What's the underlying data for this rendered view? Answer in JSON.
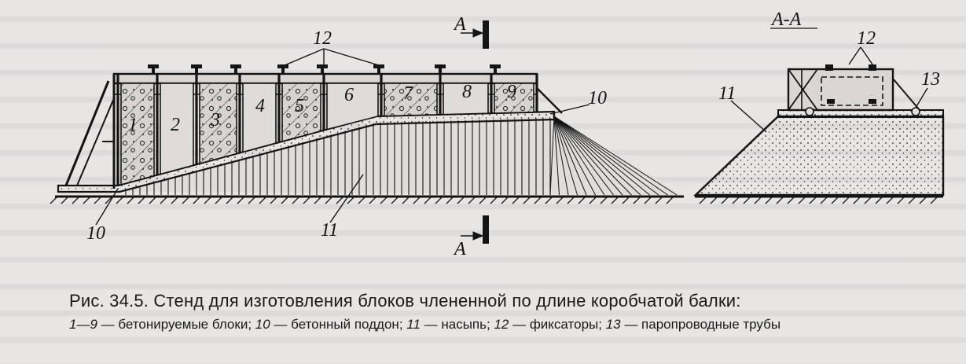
{
  "figure": {
    "section_mark": "А",
    "section_title": "А-А",
    "labels": {
      "blocks": [
        "1",
        "2",
        "3",
        "4",
        "5",
        "6",
        "7",
        "8",
        "9"
      ],
      "pallet": "10",
      "embankment": "11",
      "fixators": "12",
      "steam_pipes": "13"
    }
  },
  "caption": {
    "title": "Рис. 34.5. Стенд для изготовления блоков члененной по длине коробчатой балки:",
    "legend": [
      {
        "key": "1—9",
        "text": " — бетонируемые блоки; "
      },
      {
        "key": "10",
        "text": " — бетонный поддон; "
      },
      {
        "key": "11",
        "text": " — насыпь; "
      },
      {
        "key": "12",
        "text": " — фиксаторы; "
      },
      {
        "key": "13",
        "text": " — паро­проводные трубы"
      }
    ]
  },
  "colors": {
    "ink": "#141414",
    "paper": "#e8e6e4"
  }
}
